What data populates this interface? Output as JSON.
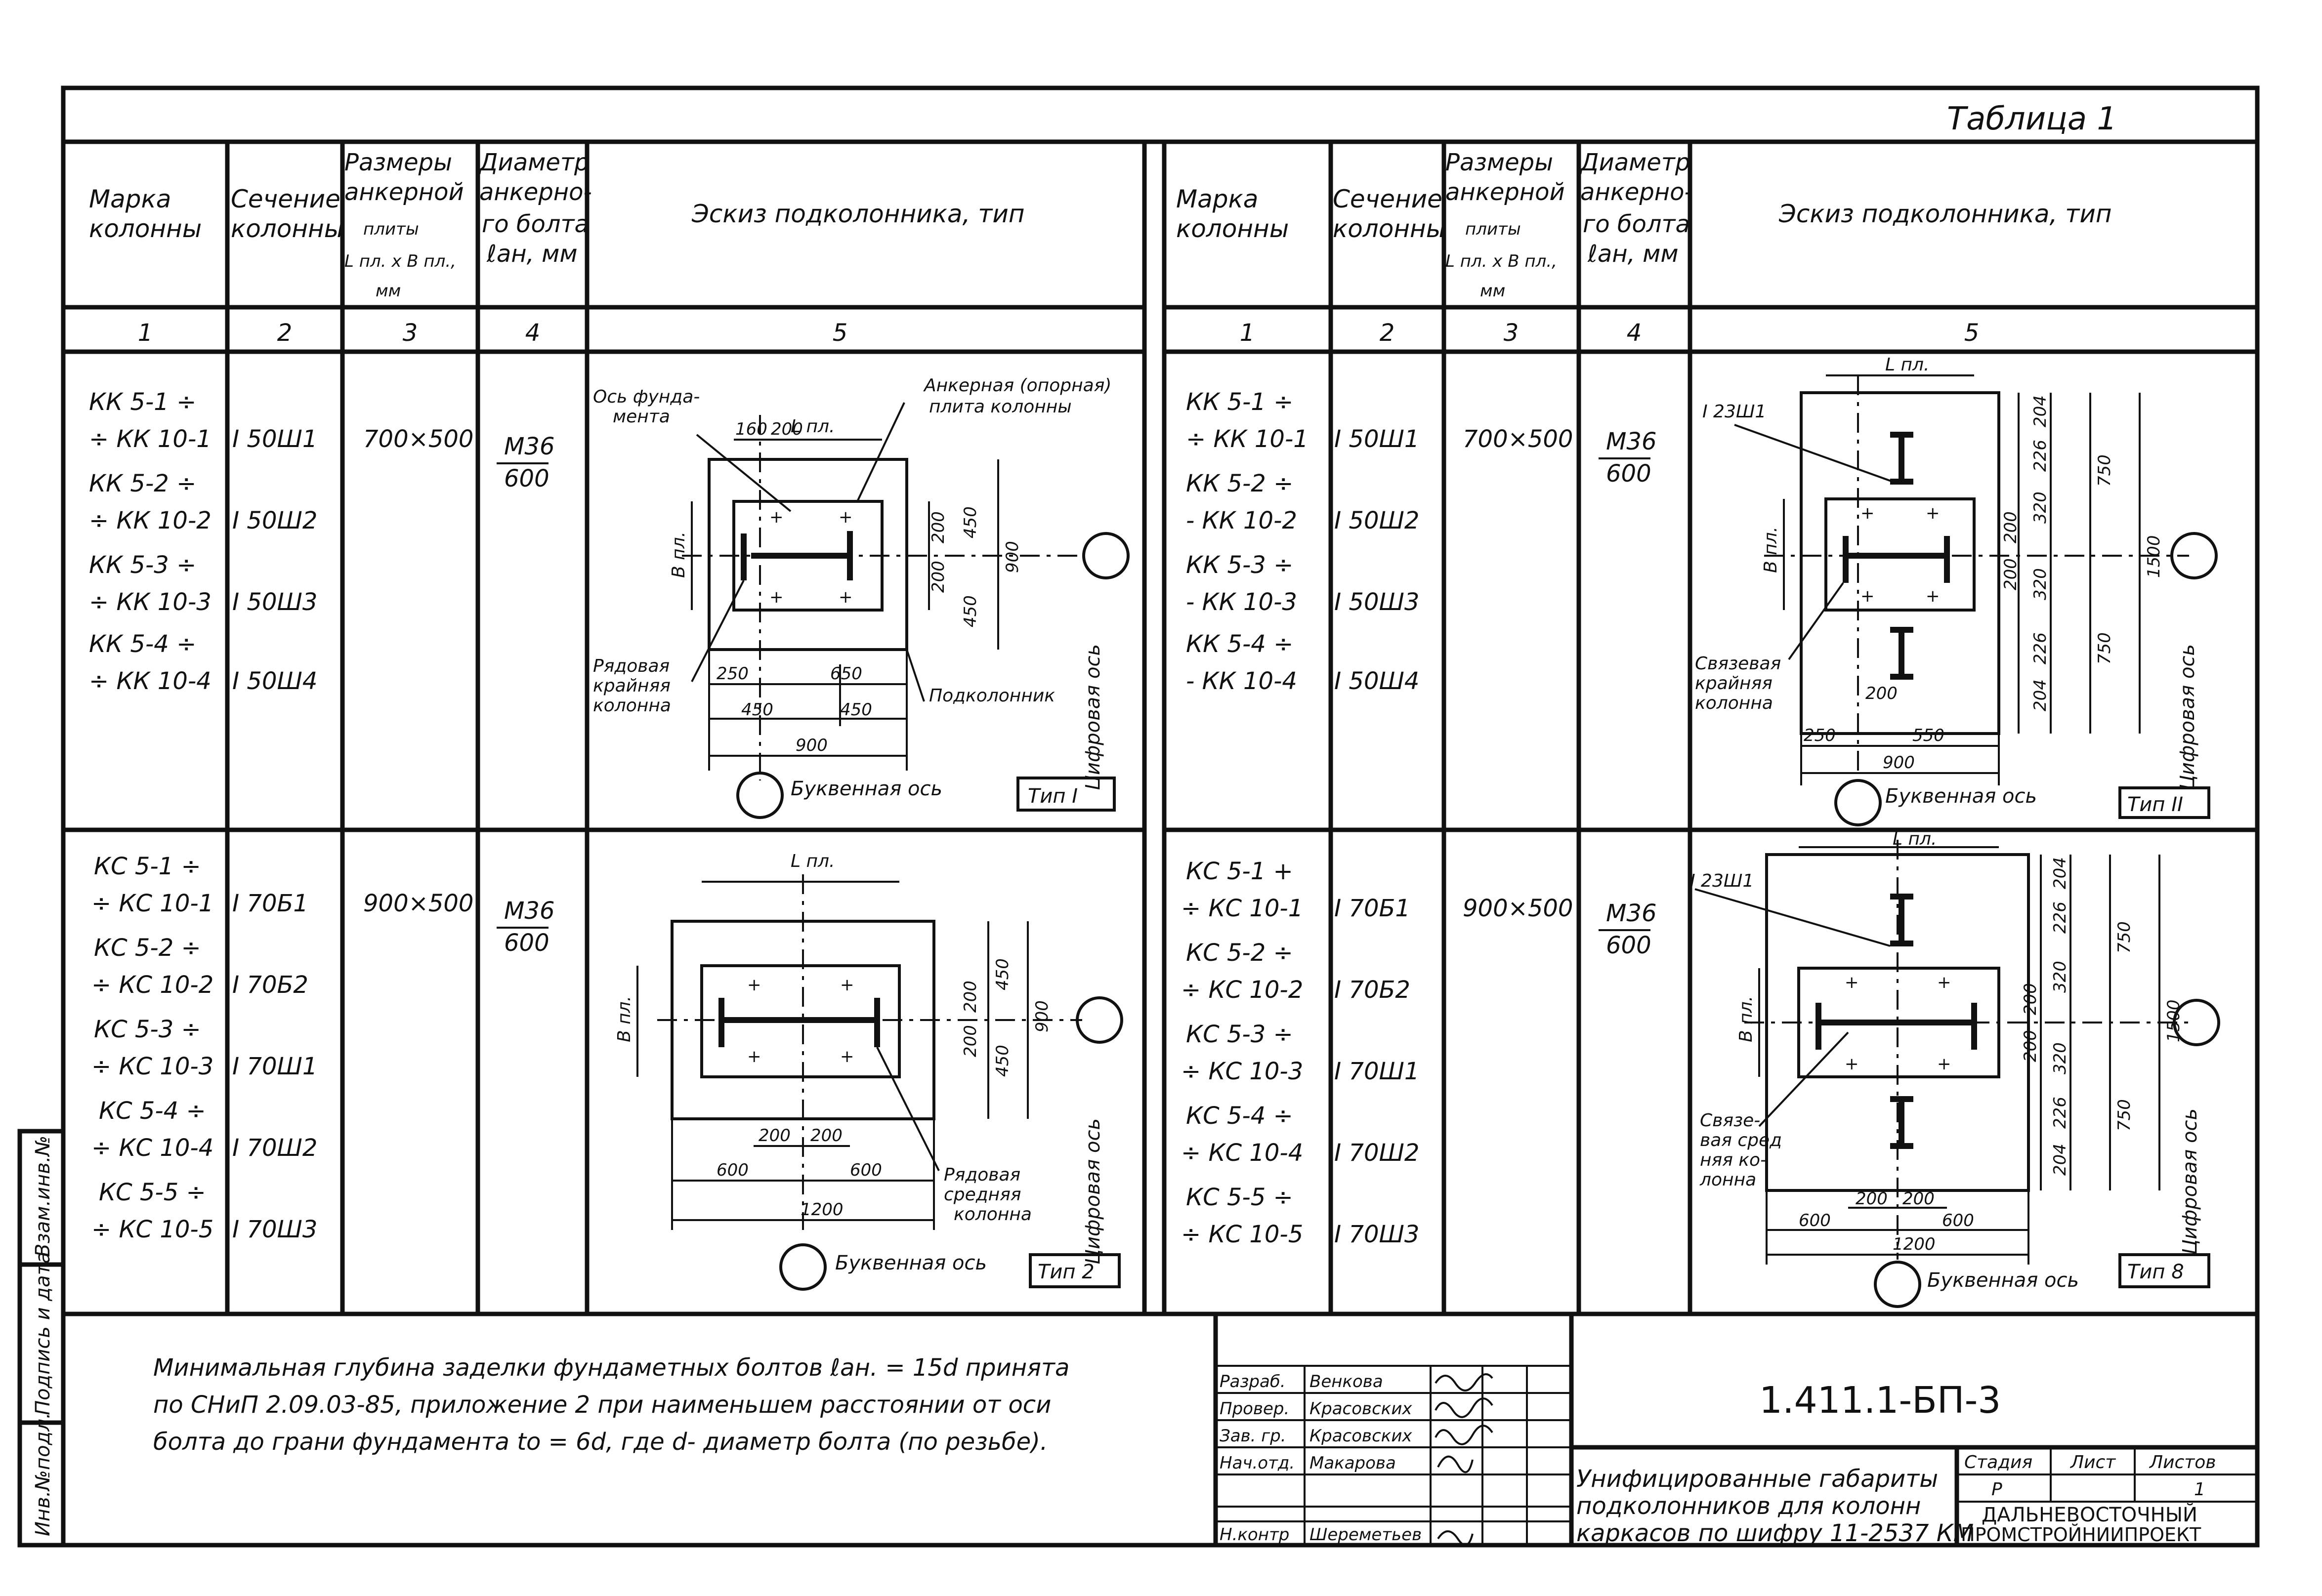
{
  "table_title": "Таблица 1",
  "columns": {
    "mark": [
      "Марка",
      "колонны"
    ],
    "section": [
      "Сечение",
      "колонны"
    ],
    "plate": [
      "Размеры",
      "анкерной",
      "плиты",
      "L пл. x B пл.,",
      "мм"
    ],
    "bolt": [
      "Диаметр",
      "анкерно-",
      "го болта",
      "ℓан, мм"
    ],
    "sketch": "Эскиз подколонника, тип",
    "numbers": [
      "1",
      "2",
      "3",
      "4",
      "5"
    ]
  },
  "blocks": [
    {
      "marks": [
        "КК 5-1 ÷",
        "÷ КК 10-1",
        "КК 5-2 ÷",
        "÷ КК 10-2",
        "КК 5-3 ÷",
        "÷ КК 10-3",
        "КК 5-4 ÷",
        "÷ КК 10-4"
      ],
      "sections": [
        "I 50Ш1",
        "I 50Ш2",
        "I 50Ш3",
        "I 50Ш4"
      ],
      "plate": "700×500",
      "bolt_top": "М36",
      "bolt_bottom": "600",
      "type": "Тип I",
      "labels": {
        "foundation_axis": [
          "Ось фунда-",
          "мента"
        ],
        "anchor_plate": [
          "Анкерная (опорная)",
          "плита колонны"
        ],
        "column": [
          "Рядовая",
          "крайняя",
          "колонна"
        ],
        "podkolonnik": "Подколонник",
        "digit_axis": "Цифровая ось",
        "letter_axis": "Буквенная ось",
        "lpl": "L пл.",
        "bpl": "B пл."
      },
      "dims": [
        "160",
        "200",
        "450",
        "900",
        "200",
        "200",
        "450",
        "250",
        "650",
        "450",
        "450",
        "900"
      ]
    },
    {
      "marks": [
        "КК 5-1 ÷",
        "÷ КК 10-1",
        "КК 5-2 ÷",
        "- КК 10-2",
        "КК 5-3 ÷",
        "- КК 10-3",
        "КК 5-4 ÷",
        "- КК 10-4"
      ],
      "sections": [
        "I 50Ш1",
        "I 50Ш2",
        "I 50Ш3",
        "I 50Ш4"
      ],
      "plate": "700×500",
      "bolt_top": "М36",
      "bolt_bottom": "600",
      "type": "Тип II",
      "labels": {
        "profile": "I 23Ш1",
        "column": [
          "Связевая",
          "крайняя",
          "колонна"
        ],
        "digit_axis": "Цифровая ось",
        "letter_axis": "Буквенная ось",
        "lpl": "L пл.",
        "bpl": "B пл."
      },
      "dims": [
        "204",
        "226",
        "320",
        "200",
        "200",
        "320",
        "226",
        "204",
        "750",
        "750",
        "1500",
        "200",
        "250",
        "550",
        "900"
      ]
    },
    {
      "marks": [
        "КС 5-1 ÷",
        "÷ КС 10-1",
        "КС 5-2 ÷",
        "÷ КС 10-2",
        "КС 5-3 ÷",
        "÷ КС 10-3",
        "КС 5-4 ÷",
        "÷ КС 10-4",
        "КС 5-5 ÷",
        "÷ КС 10-5"
      ],
      "sections": [
        "I 70Б1",
        "I 70Б2",
        "I 70Ш1",
        "I 70Ш2",
        "I 70Ш3"
      ],
      "plate": "900×500",
      "bolt_top": "М36",
      "bolt_bottom": "600",
      "type": "Тип 2",
      "labels": {
        "column": [
          "Рядовая",
          "средняя",
          "колонна"
        ],
        "digit_axis": "Цифровая ось",
        "letter_axis": "Буквенная ось",
        "lpl": "L пл.",
        "bpl": "B пл."
      },
      "dims": [
        "450",
        "200",
        "200",
        "450",
        "900",
        "200",
        "200",
        "600",
        "600",
        "1200"
      ]
    },
    {
      "marks": [
        "КС 5-1 +",
        "÷ КС 10-1",
        "КС 5-2 ÷",
        "÷ КС 10-2",
        "КС 5-3 ÷",
        "÷ КС 10-3",
        "КС 5-4 ÷",
        "÷ КС 10-4",
        "КС 5-5 ÷",
        "÷ КС 10-5"
      ],
      "sections": [
        "I 70Б1",
        "I 70Б2",
        "I 70Ш1",
        "I 70Ш2",
        "I 70Ш3"
      ],
      "plate": "900×500",
      "bolt_top": "М36",
      "bolt_bottom": "600",
      "type": "Тип 8",
      "labels": {
        "profile": "I 23Ш1",
        "column": [
          "Связе-",
          "вая сред",
          "няя ко-",
          "лонна"
        ],
        "digit_axis": "Цифровая ось",
        "letter_axis": "Буквенная ось",
        "lpl": "L пл.",
        "bpl": "B пл."
      },
      "dims": [
        "204",
        "226",
        "320",
        "200",
        "200",
        "320",
        "226",
        "204",
        "750",
        "750",
        "1500",
        "200",
        "200",
        "600",
        "600",
        "1200"
      ]
    }
  ],
  "note": [
    "Минимальная глубина заделки фундаметных болтов ℓан. = 15d принята",
    "по СНиП 2.09.03-85, приложение 2 при наименьшем расстоянии от оси",
    "болта до грани фундамента tо = 6d, где d- диаметр болта (по резьбе)."
  ],
  "side_stamp": [
    "Инв.№подл.",
    "Подпись и дата",
    "Взам.инв.№"
  ],
  "title_block": {
    "roles": [
      "Разраб.",
      "Провер.",
      "Зав. гр.",
      "Нач.отд.",
      "Н.контр"
    ],
    "names": [
      "Венкова",
      "Красовских",
      "Красовских",
      "Макарова",
      "Шереметьев"
    ],
    "code": "1.411.1-БП-3",
    "description": [
      "Унифицированные габариты",
      "подколонников для колонн",
      "каркасов по шифру 11-2537 КМ"
    ],
    "stage_label": "Стадия",
    "sheet_label": "Лист",
    "sheets_label": "Листов",
    "stage": "Р",
    "sheet": "",
    "sheets": "1",
    "organization": [
      "ДАЛЬНЕВОСТОЧНЫЙ",
      "ПРОМСТРОЙНИИПРОЕКТ"
    ]
  }
}
